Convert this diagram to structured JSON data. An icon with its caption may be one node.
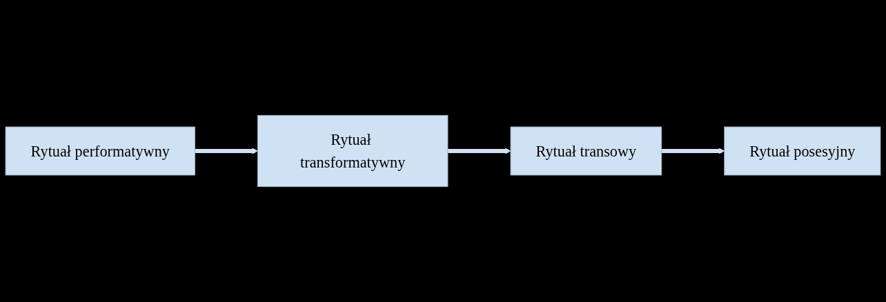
{
  "diagram": {
    "nodes": [
      {
        "text": [
          "Rytuał performatywny"
        ]
      },
      {
        "text": [
          "Rytuał transformatywny"
        ]
      },
      {
        "text": [
          "Rytuał transowy"
        ]
      },
      {
        "text": [
          "Rytuał posesyjny"
        ]
      }
    ],
    "edges": [
      {
        "from": 0,
        "to": 1,
        "arrow": "to"
      },
      {
        "from": 1,
        "to": 2,
        "arrow": "to"
      },
      {
        "from": 2,
        "to": 3,
        "arrow": "to"
      }
    ]
  }
}
